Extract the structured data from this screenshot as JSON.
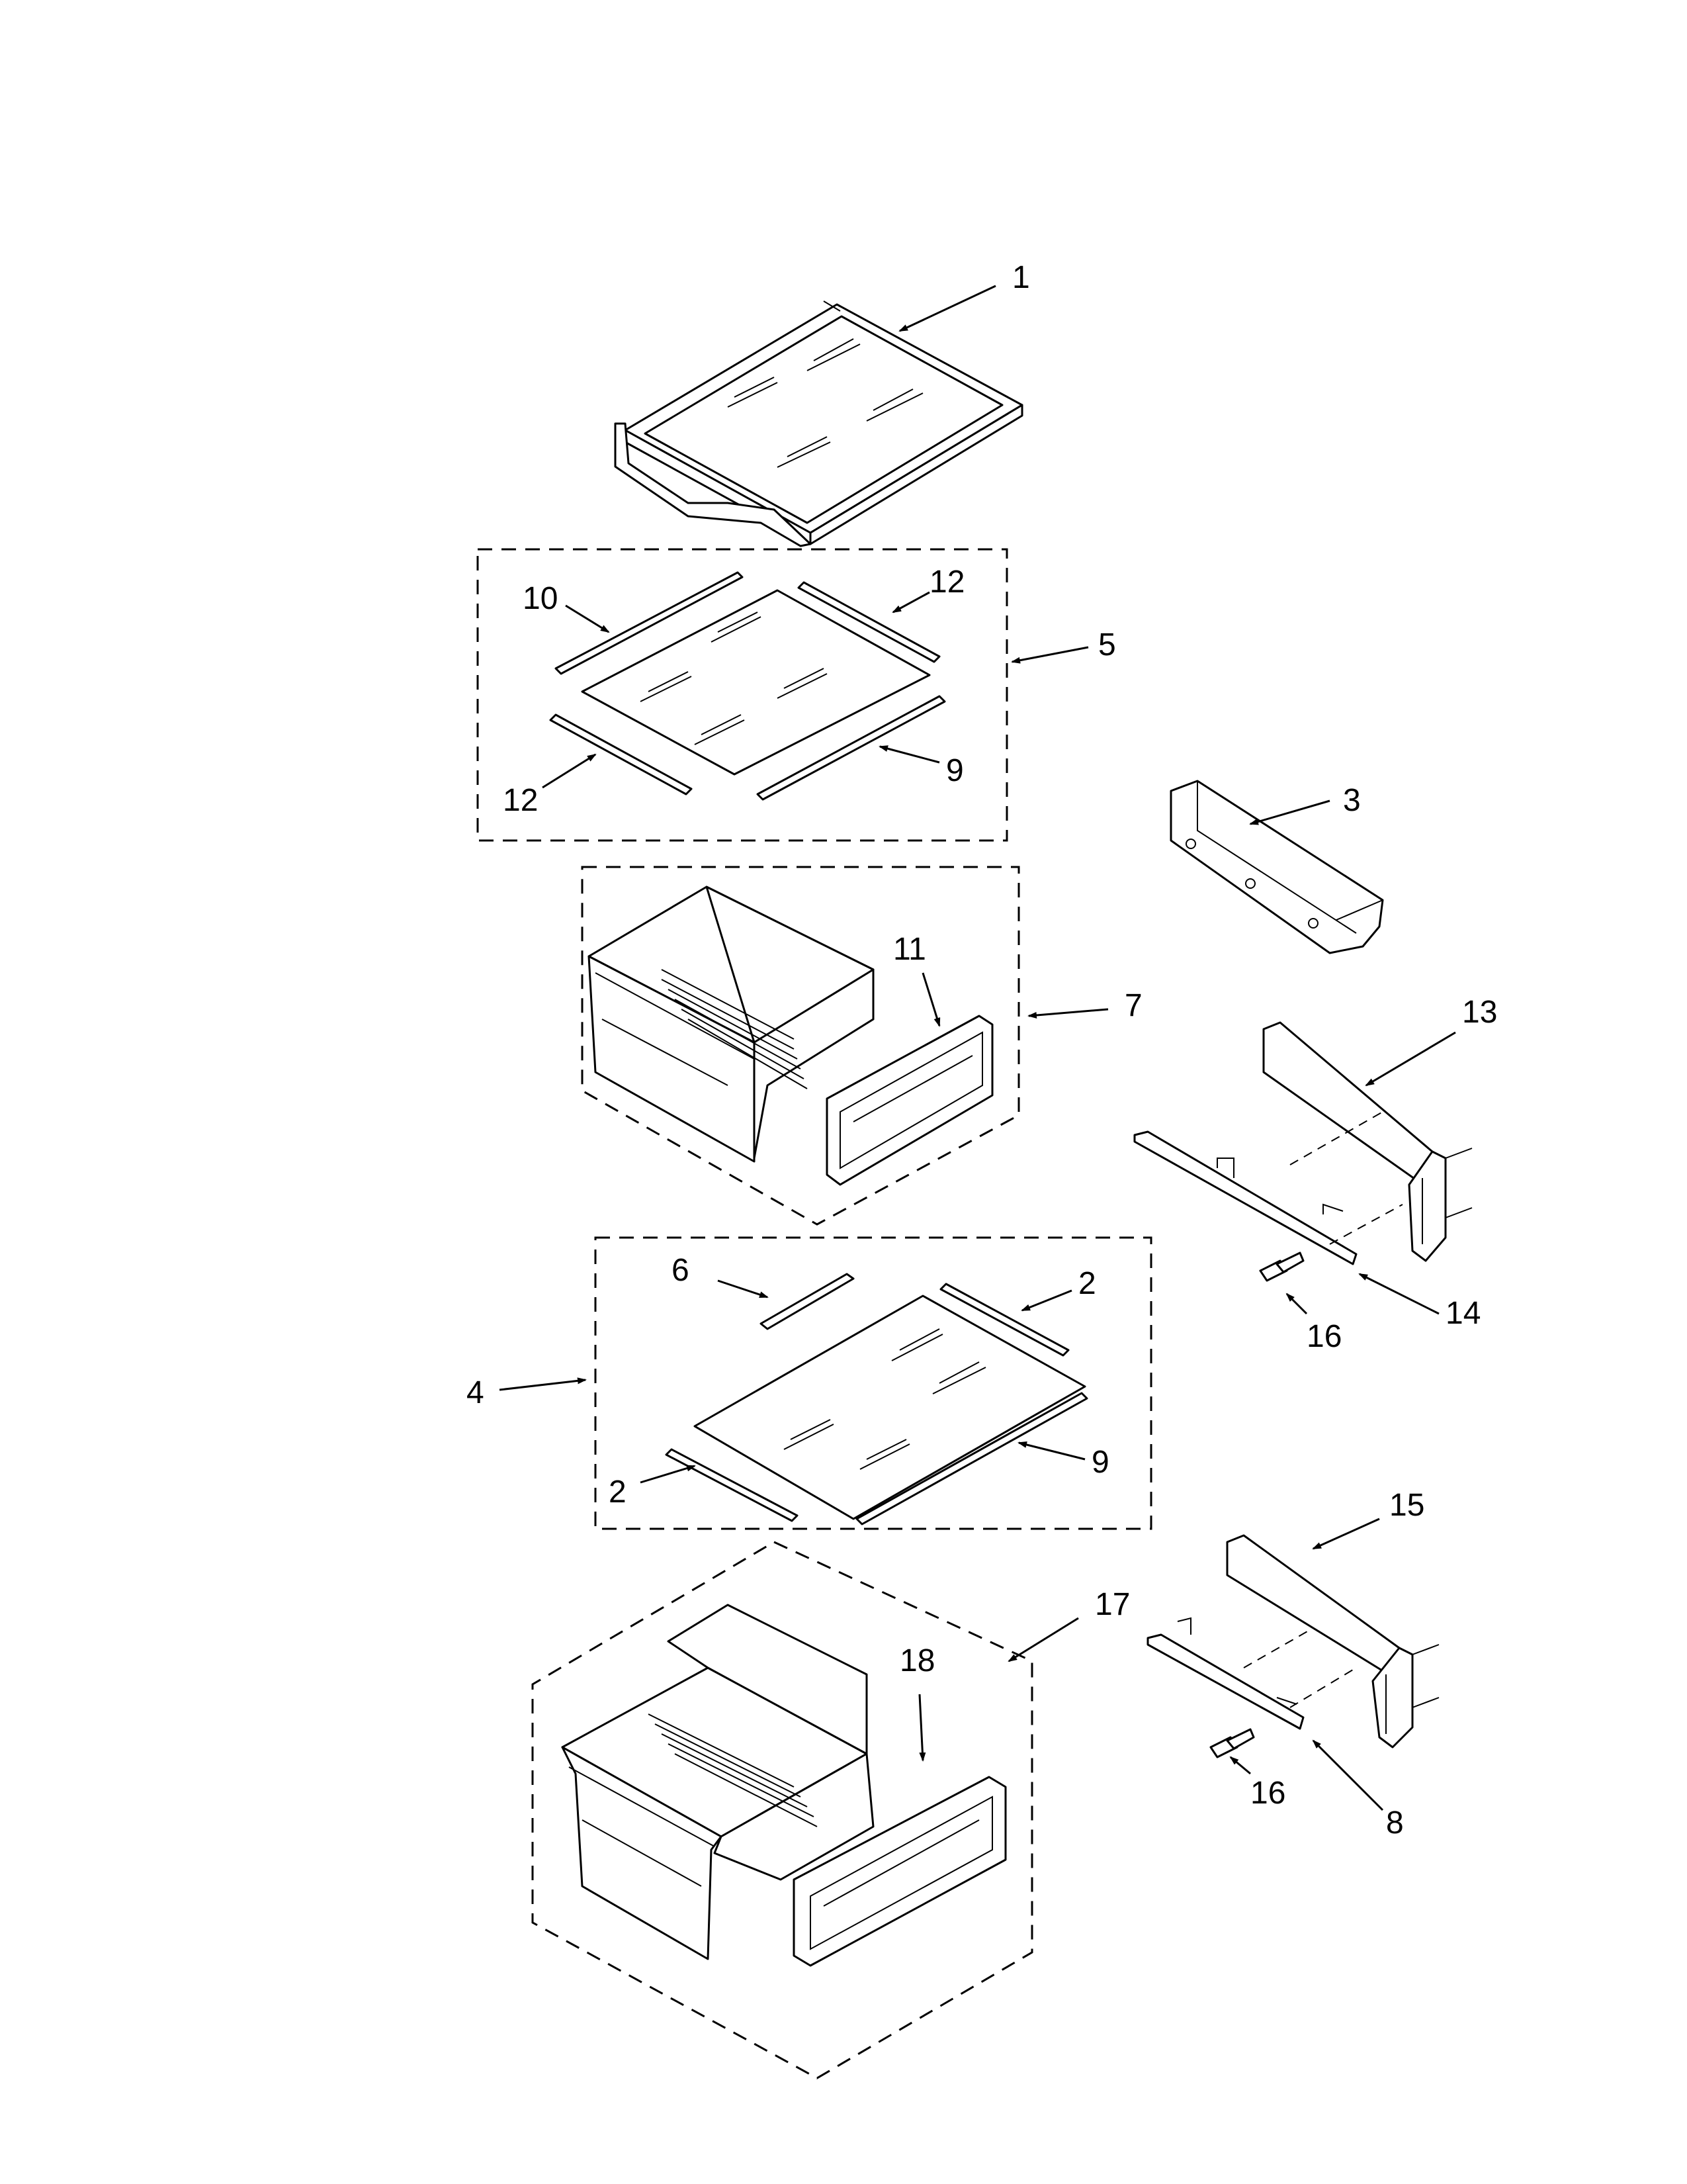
{
  "callouts": {
    "c1": "1",
    "c2a": "2",
    "c2b": "2",
    "c3": "3",
    "c4": "4",
    "c5": "5",
    "c6": "6",
    "c7": "7",
    "c8": "8",
    "c9a": "9",
    "c9b": "9",
    "c10": "10",
    "c11": "11",
    "c12a": "12",
    "c12b": "12",
    "c13": "13",
    "c14": "14",
    "c15": "15",
    "c16a": "16",
    "c16b": "16",
    "c17": "17",
    "c18": "18"
  }
}
